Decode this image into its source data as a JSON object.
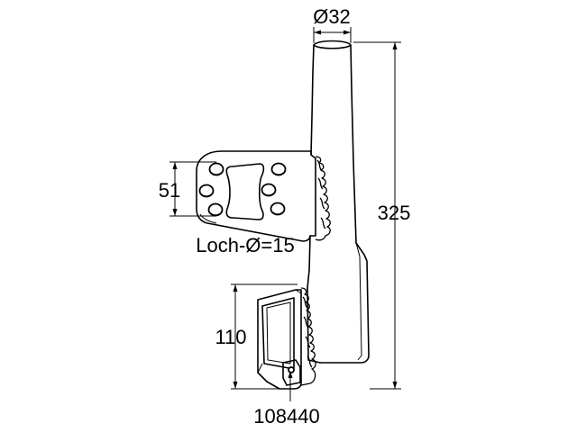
{
  "drawing": {
    "dimensions": {
      "diameter_top": "Ø32",
      "plate_height": "51",
      "total_height": "325",
      "lower_height": "110",
      "hole_note": "Loch-Ø=15"
    },
    "part_number": "108440"
  }
}
